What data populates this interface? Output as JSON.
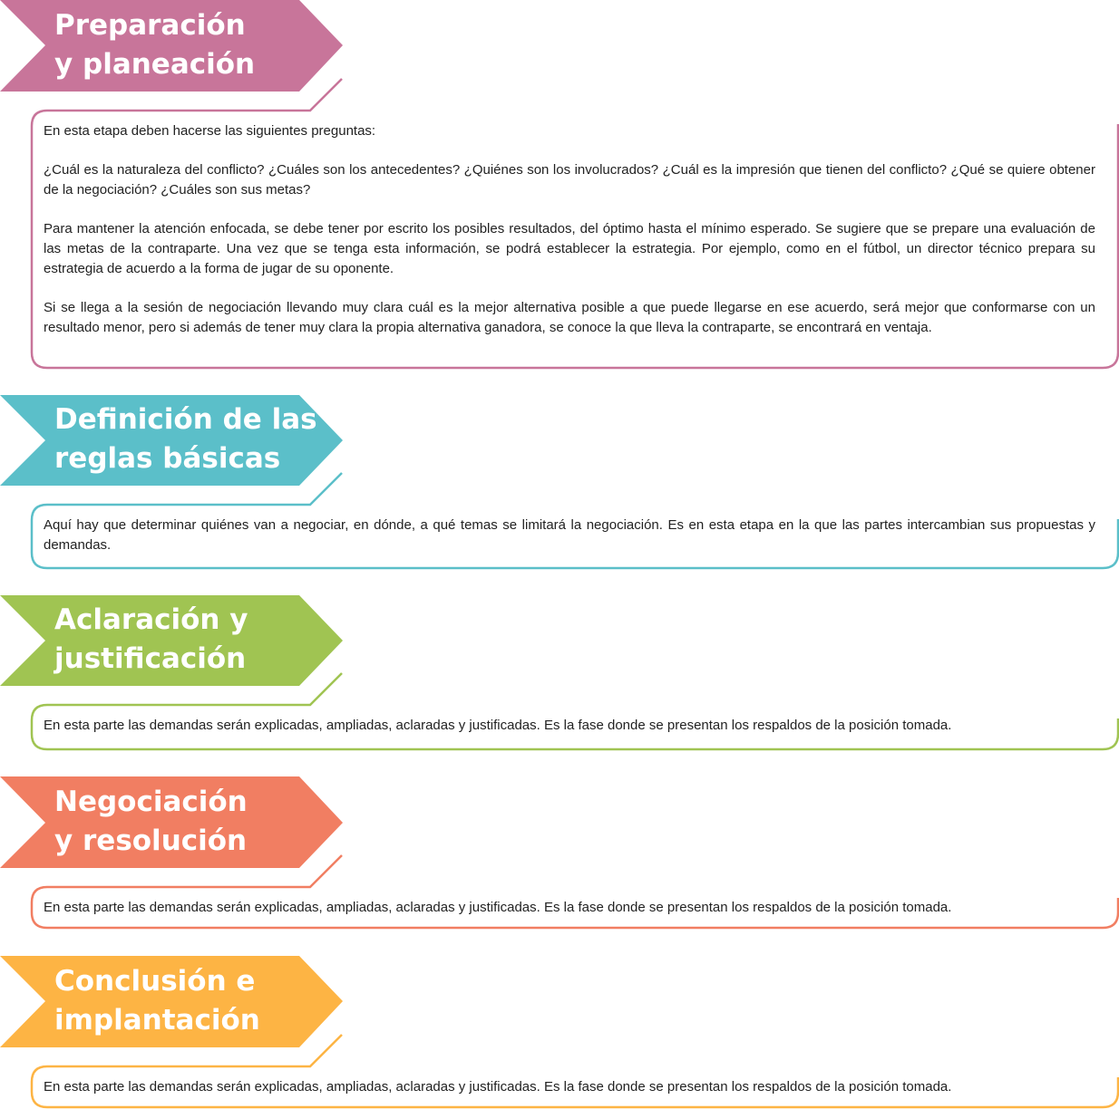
{
  "stages": [
    {
      "title": "Preparación\ny planeación",
      "color": "#c8759a",
      "paragraphs": [
        "En esta etapa deben hacerse las siguientes preguntas:",
        "¿Cuál es la naturaleza del conflicto? ¿Cuáles son los antecedentes? ¿Quiénes son los involucrados? ¿Cuál es la impresión que tienen del conflicto? ¿Qué se quiere obtener de la negociación? ¿Cuáles son sus metas?",
        "Para mantener la atención enfocada, se debe tener por escrito los posibles resultados, del óptimo hasta el mínimo esperado. Se sugiere que se prepare una evaluación de las metas de la contraparte. Una vez que se tenga esta información, se podrá establecer la estrategia. Por ejemplo, como en el fútbol, un director técnico prepara su estrategia de acuerdo a la forma de jugar de su oponente.",
        "Si se llega a la sesión de negociación llevando muy clara cuál es la mejor alternativa posible a que puede llegarse en ese acuerdo, será mejor que conformarse con un resultado menor, pero si además de tener muy clara la propia alternativa ganadora, se conoce la que lleva la contraparte, se encontrará en ventaja."
      ]
    },
    {
      "title": "Definición de las\nreglas básicas",
      "color": "#5bbfc9",
      "paragraphs": [
        "Aquí hay que determinar quiénes van a negociar, en dónde, a qué temas se limitará la negociación. Es en esta etapa en la que las partes intercambian sus propuestas y demandas."
      ]
    },
    {
      "title": "Aclaración y\njustificación",
      "color": "#a0c452",
      "paragraphs": [
        "En esta parte las demandas serán explicadas, ampliadas, aclaradas y justificadas. Es la fase donde se presentan los respaldos de la posición tomada."
      ]
    },
    {
      "title": "Negociación\ny resolución",
      "color": "#f17e62",
      "paragraphs": [
        "En esta parte las demandas serán explicadas, ampliadas, aclaradas y justificadas. Es la fase donde se presentan los respaldos de la posición tomada."
      ]
    },
    {
      "title": "Conclusión e\nimplantación",
      "color": "#fdb444",
      "paragraphs": [
        "En esta parte las demandas serán explicadas, ampliadas, aclaradas y justificadas. Es la fase donde se presentan los respaldos de la posición tomada."
      ]
    }
  ]
}
